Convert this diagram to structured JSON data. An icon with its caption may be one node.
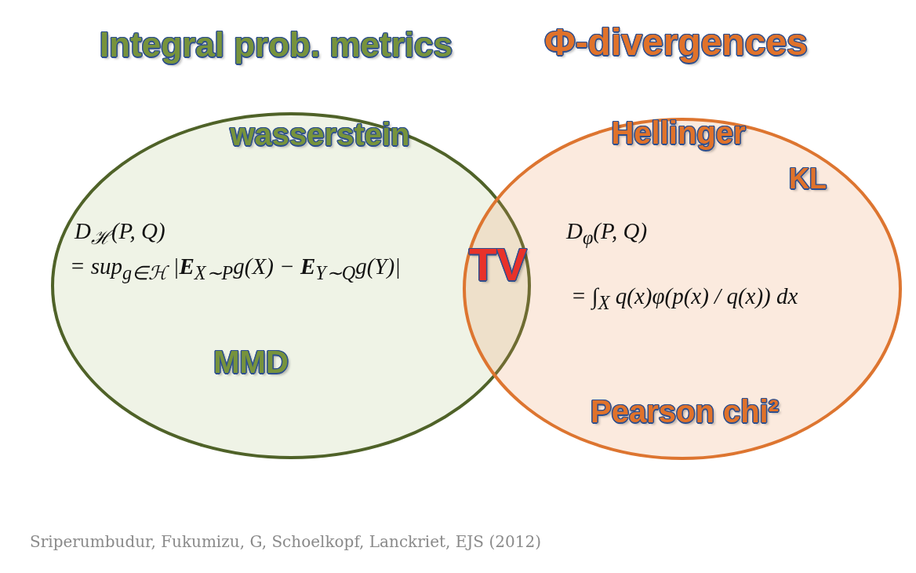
{
  "diagram": {
    "nodes": [
      {
        "text": [
          "Integral prob. metrics",
          "wasserstein",
          "D$_{ℋ}$(P, Q)",
          "= sup$_{g∈ℋ}$ |**E**$_{X∼P}$g(X) − **E**$_{Y∼Q}$g(Y)|",
          "MMD"
        ]
      },
      {
        "text": [
          "Φ-divergences",
          "Hellinger",
          "KL",
          "D$_{φ}$(P, Q)",
          "= ∫$_{X}$ q(x)φ(p(x) / q(x)) dx",
          "Pearson chi²"
        ]
      }
    ],
    "labels": [
      "TV"
    ],
    "caption": "Sriperumbudur, Fukumizu, G, Schoelkopf, Lanckriet, EJS (2012)"
  }
}
